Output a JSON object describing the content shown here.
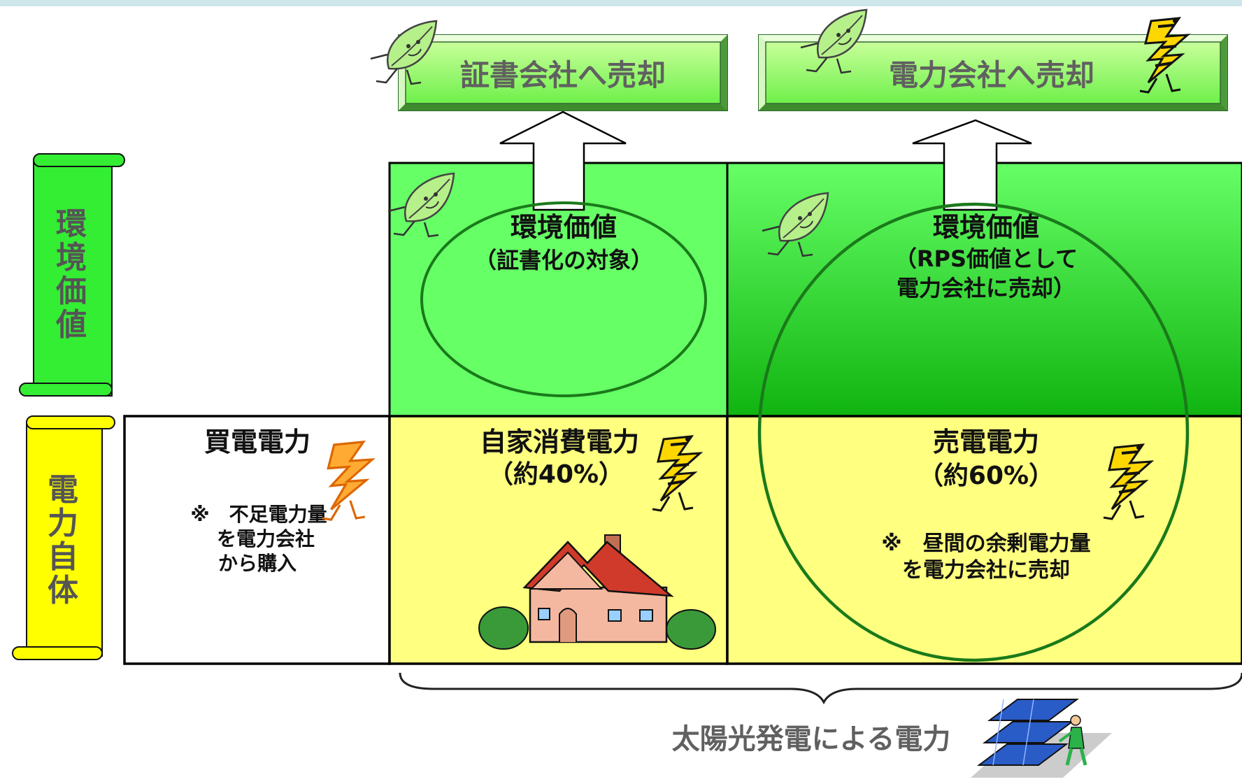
{
  "top_boxes": {
    "certificate": "証書会社へ売却",
    "power_company": "電力会社へ売却"
  },
  "row_labels": {
    "environmental_value": [
      "環",
      "境",
      "価",
      "値"
    ],
    "electricity_itself": [
      "電",
      "力",
      "自",
      "体"
    ]
  },
  "cells": {
    "env_self": {
      "title": "環境価値",
      "subtitle": "（証書化の対象）"
    },
    "env_sold": {
      "title": "環境価値",
      "line1": "（RPS価値として",
      "line2": "電力会社に売却）"
    },
    "purchased": {
      "title": "買電電力",
      "note1": "※　不足電力量",
      "note2": "を電力会社",
      "note3": "から購入"
    },
    "self_consumption": {
      "title": "自家消費電力",
      "share": "（約40%）"
    },
    "sold": {
      "title": "売電電力",
      "share": "（約60%）",
      "note1": "※　昼間の余剰電力量",
      "note2": "を電力会社に売却"
    }
  },
  "footer": {
    "solar_label": "太陽光発電による電力"
  },
  "colors": {
    "env_green": "#66ff66",
    "env_green_dark": "#10b410",
    "power_yellow": "#ffff80",
    "label_yellow": "#ffff00",
    "label_green": "#33ee33",
    "ellipse_stroke": "#1a7a1a",
    "label_text_gray": "#555555"
  },
  "icons": [
    "leaf-character-icon",
    "lightning-character-icon",
    "house-icon",
    "solar-panel-worker-icon",
    "scroll-banner-icon",
    "up-arrow-icon",
    "curly-brace-icon"
  ]
}
